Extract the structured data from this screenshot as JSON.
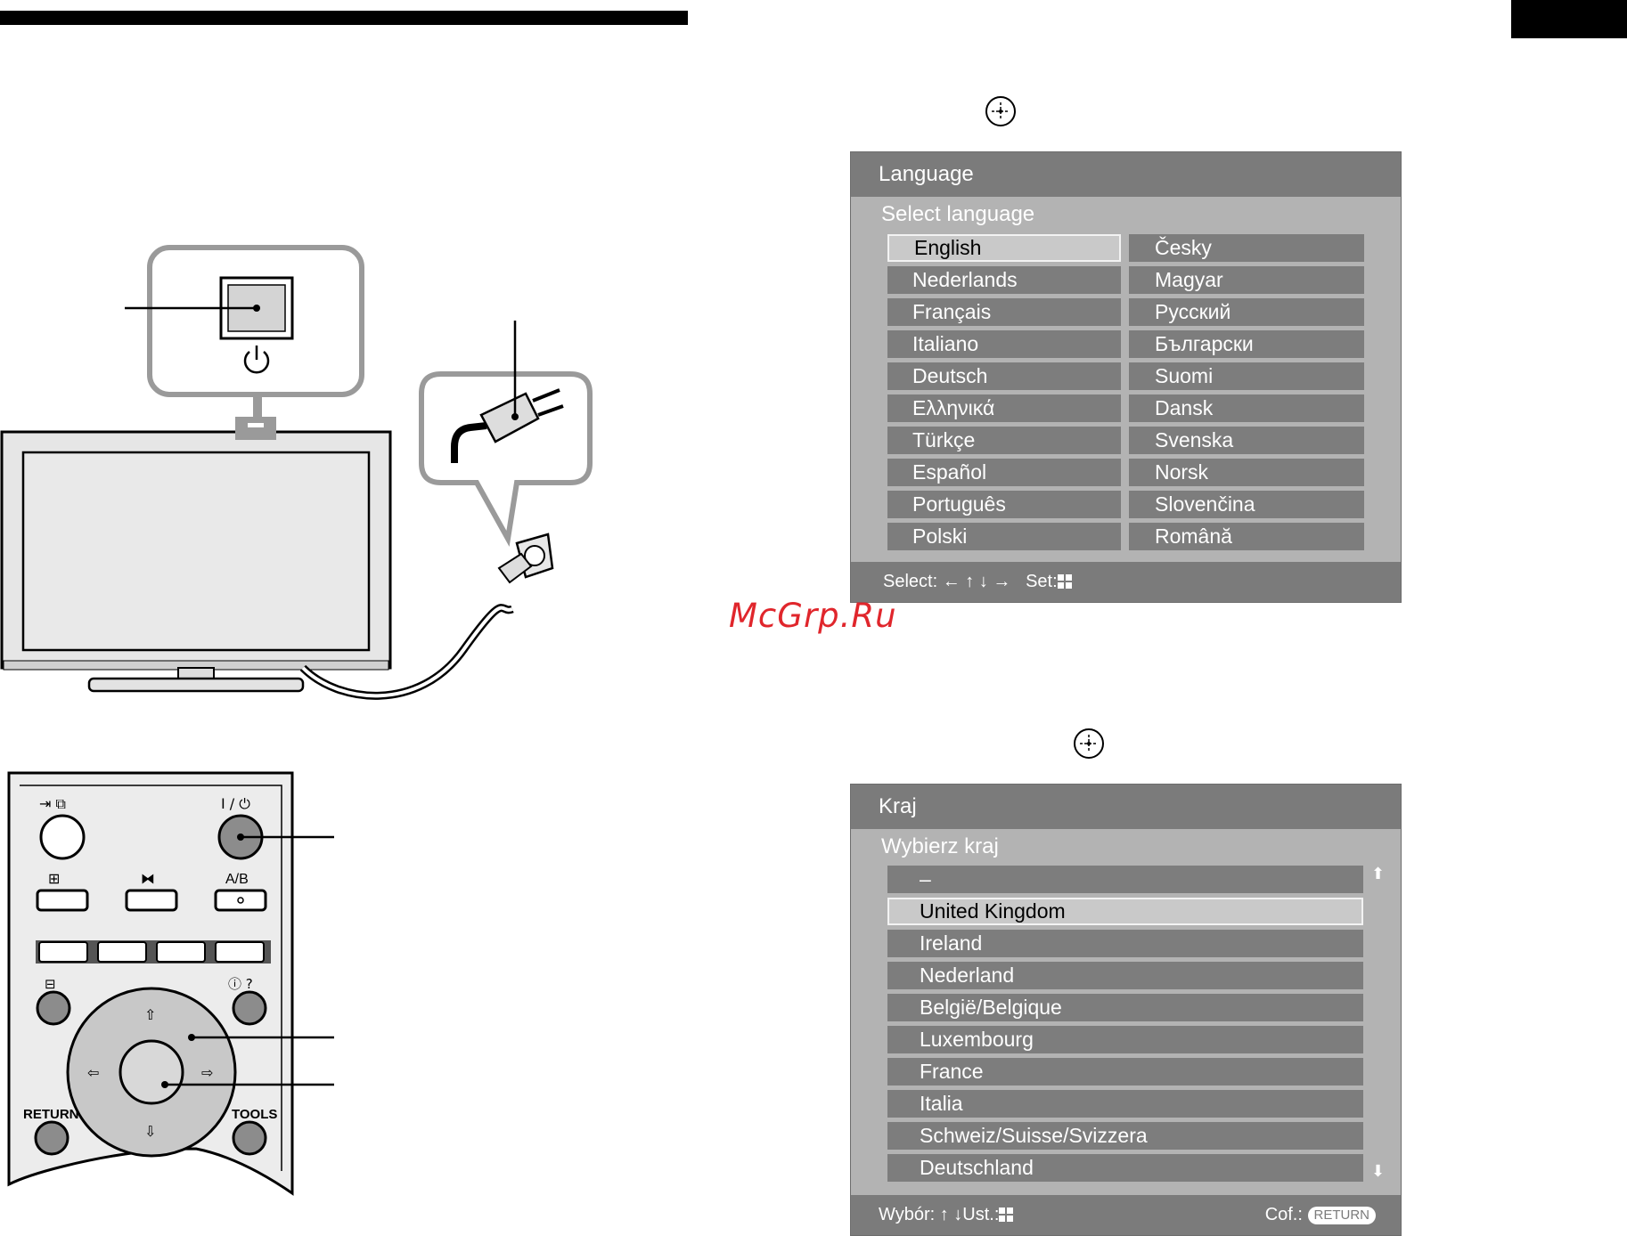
{
  "illustration": {
    "remote_labels": {
      "power": "I / ⏻",
      "ab": "A/B",
      "return": "RETURN",
      "tools": "TOOLS"
    }
  },
  "language_menu": {
    "title": "Language",
    "subtitle": "Select language",
    "col1": [
      "English",
      "Nederlands",
      "Français",
      "Italiano",
      "Deutsch",
      "Ελληνικά",
      "Türkçe",
      "Español",
      "Português",
      "Polski"
    ],
    "col2": [
      "Česky",
      "Magyar",
      "Русский",
      "Български",
      "Suomi",
      "Dansk",
      "Svenska",
      "Norsk",
      "Slovenčina",
      "Română"
    ],
    "selected": "English",
    "footer_select": "Select:",
    "footer_arrows": "← ↑ ↓ →",
    "footer_set": "Set:"
  },
  "country_menu": {
    "title": "Kraj",
    "subtitle": "Wybierz kraj",
    "items": [
      "–",
      "United Kingdom",
      "Ireland",
      "Nederland",
      "België/Belgique",
      "Luxembourg",
      "France",
      "Italia",
      "Schweiz/Suisse/Svizzera",
      "Deutschland"
    ],
    "selected": "United Kingdom",
    "footer_select": "Wybór:",
    "footer_arrows": "↑ ↓",
    "footer_set": "Ust.:",
    "footer_back": "Cof.:",
    "footer_return": "RETURN"
  },
  "watermark": "McGrp.Ru",
  "colors": {
    "panel": "#b3b3b3",
    "header": "#7b7b7b",
    "cell": "#7d7d7d",
    "selected": "#c9c9c9",
    "watermark": "#e0262c"
  }
}
